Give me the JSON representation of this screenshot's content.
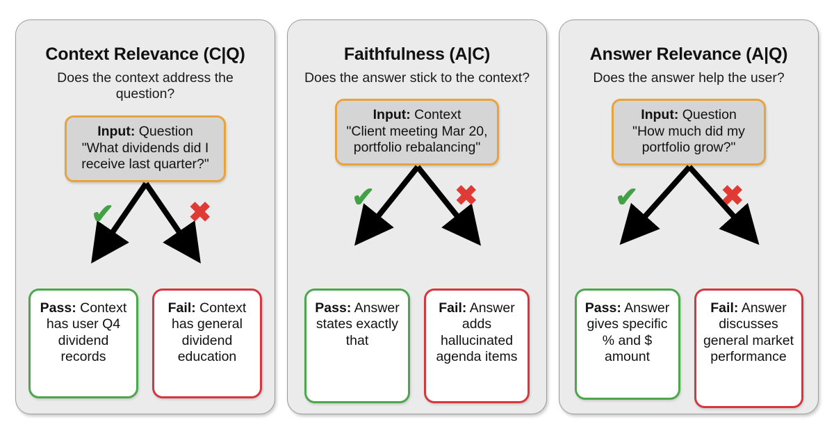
{
  "diagram": {
    "background_color": "#ffffff",
    "panel_bg": "#ebebeb",
    "input_border": "#e8a33d",
    "pass_color": "#4ca64c",
    "fail_color": "#d6363c",
    "tick_color": "#43a047",
    "cross_color": "#e03a35",
    "tick_glyph": "✔",
    "cross_glyph": "✖"
  },
  "panels": [
    {
      "title": "Context Relevance (C|Q)",
      "subtitle": "Does the context address the question?",
      "input": {
        "label": "Input:",
        "kind": " Question",
        "quote": "\"What dividends did I receive last quarter?\""
      },
      "pass": {
        "label": "Pass:",
        "text": " Context has user Q4 dividend records"
      },
      "fail": {
        "label": "Fail:",
        "text": " Context has general dividend education"
      }
    },
    {
      "title": "Faithfulness (A|C)",
      "subtitle": "Does the answer stick to the context?",
      "input": {
        "label": "Input:",
        "kind": " Context",
        "quote": "\"Client meeting Mar 20, portfolio rebalancing\""
      },
      "pass": {
        "label": "Pass:",
        "text": " Answer states exactly that"
      },
      "fail": {
        "label": "Fail:",
        "text": " Answer adds hallucinated agenda items"
      }
    },
    {
      "title": "Answer Relevance (A|Q)",
      "subtitle": "Does the answer help the user?",
      "input": {
        "label": "Input:",
        "kind": " Question",
        "quote": "\"How much did my portfolio grow?\""
      },
      "pass": {
        "label": "Pass:",
        "text": " Answer gives specific % and $ amount"
      },
      "fail": {
        "label": "Fail:",
        "text": " Answer discusses general market performance"
      }
    }
  ]
}
